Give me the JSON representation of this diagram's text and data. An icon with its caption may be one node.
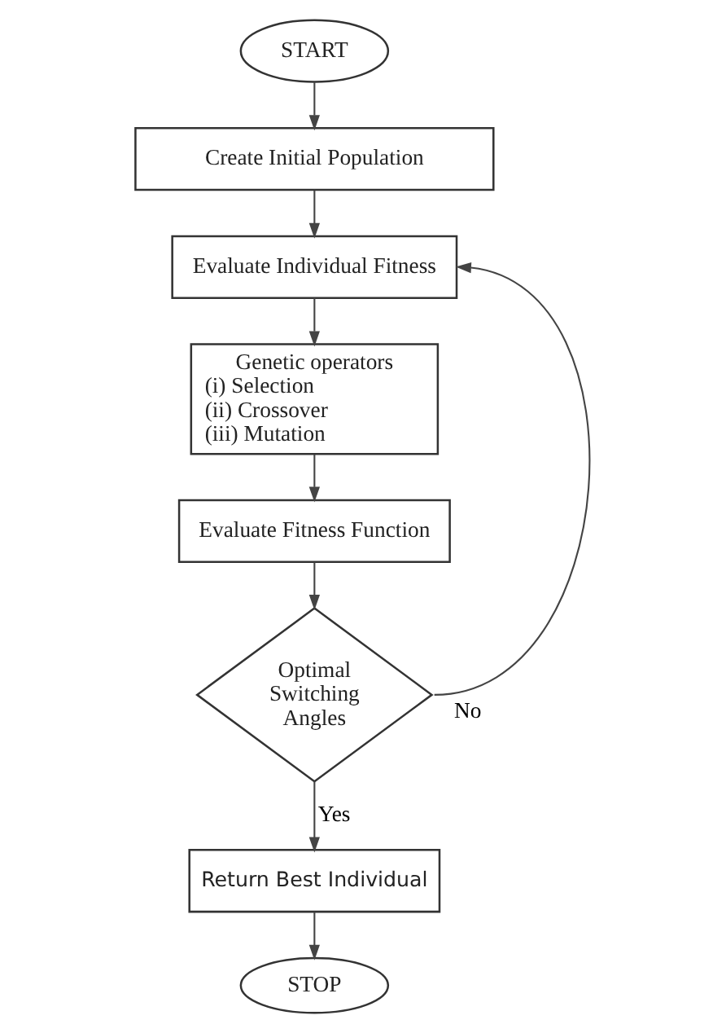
{
  "diagram": {
    "nodes": [
      {
        "text": [
          "START"
        ]
      },
      {
        "text": [
          "Create Initial Population"
        ]
      },
      {
        "text": [
          "Evaluate Individual Fitness"
        ]
      },
      {
        "text": [
          "Genetic operators",
          "(i) Selection",
          "(ii) Crossover",
          "(iii) Mutation"
        ]
      },
      {
        "text": [
          "Evaluate Fitness Function"
        ]
      },
      {
        "text": [
          "Optimal Switching Angles"
        ]
      },
      {
        "text": [
          "Return Best Individual"
        ]
      },
      {
        "text": [
          "STOP"
        ]
      }
    ],
    "edges": [
      {
        "from": 0,
        "to": 1,
        "arrow": "to"
      },
      {
        "from": 1,
        "to": 2,
        "arrow": "to"
      },
      {
        "from": 2,
        "to": 3,
        "arrow": "to"
      },
      {
        "from": 3,
        "to": 4,
        "arrow": "to"
      },
      {
        "from": 4,
        "to": 5,
        "arrow": "to"
      },
      {
        "from": 5,
        "to": 2,
        "arrow": "to",
        "label": "No"
      },
      {
        "from": 5,
        "to": 6,
        "arrow": "to",
        "label": "Yes"
      },
      {
        "from": 6,
        "to": 7,
        "arrow": "to"
      }
    ]
  }
}
